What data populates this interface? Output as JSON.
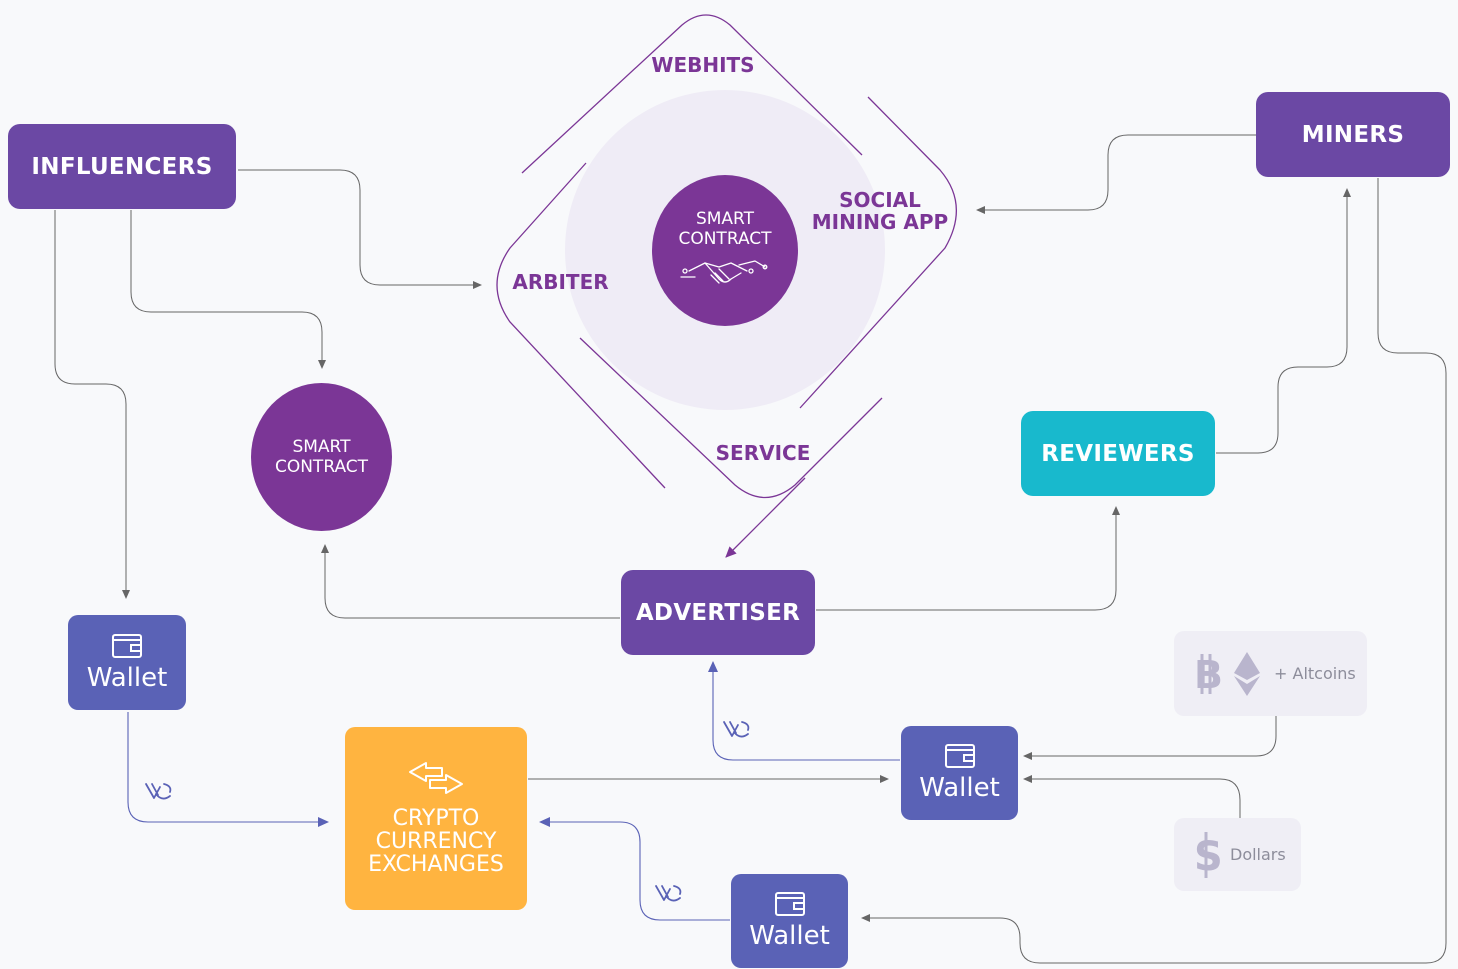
{
  "nodes": {
    "influencers": "INFLUENCERS",
    "miners": "MINERS",
    "reviewers": "REVIEWERS",
    "advertiser": "ADVERTISER",
    "smart_contract_center": [
      "SMART",
      "CONTRACT"
    ],
    "smart_contract_left": [
      "SMART",
      "CONTRACT"
    ],
    "exchange": [
      "CRYPTO",
      "CURRENCY",
      "EXCHANGES"
    ]
  },
  "ring_labels": {
    "webhits": "WEBHITS",
    "social_mining": [
      "SOCIAL",
      "MINING APP"
    ],
    "arbiter": "ARBITER",
    "service": "SERVICE"
  },
  "wallets": {
    "left": "Wallet",
    "right": "Wallet",
    "bottom": "Wallet"
  },
  "currency_cards": {
    "altcoins": "+ Altcoins",
    "dollars": "Dollars"
  },
  "colors": {
    "purple": "#6b48a4",
    "smart_contract": "#7b3696",
    "teal": "#18b9cd",
    "wallet": "#5a62b6",
    "exchange": "#ffb440"
  }
}
